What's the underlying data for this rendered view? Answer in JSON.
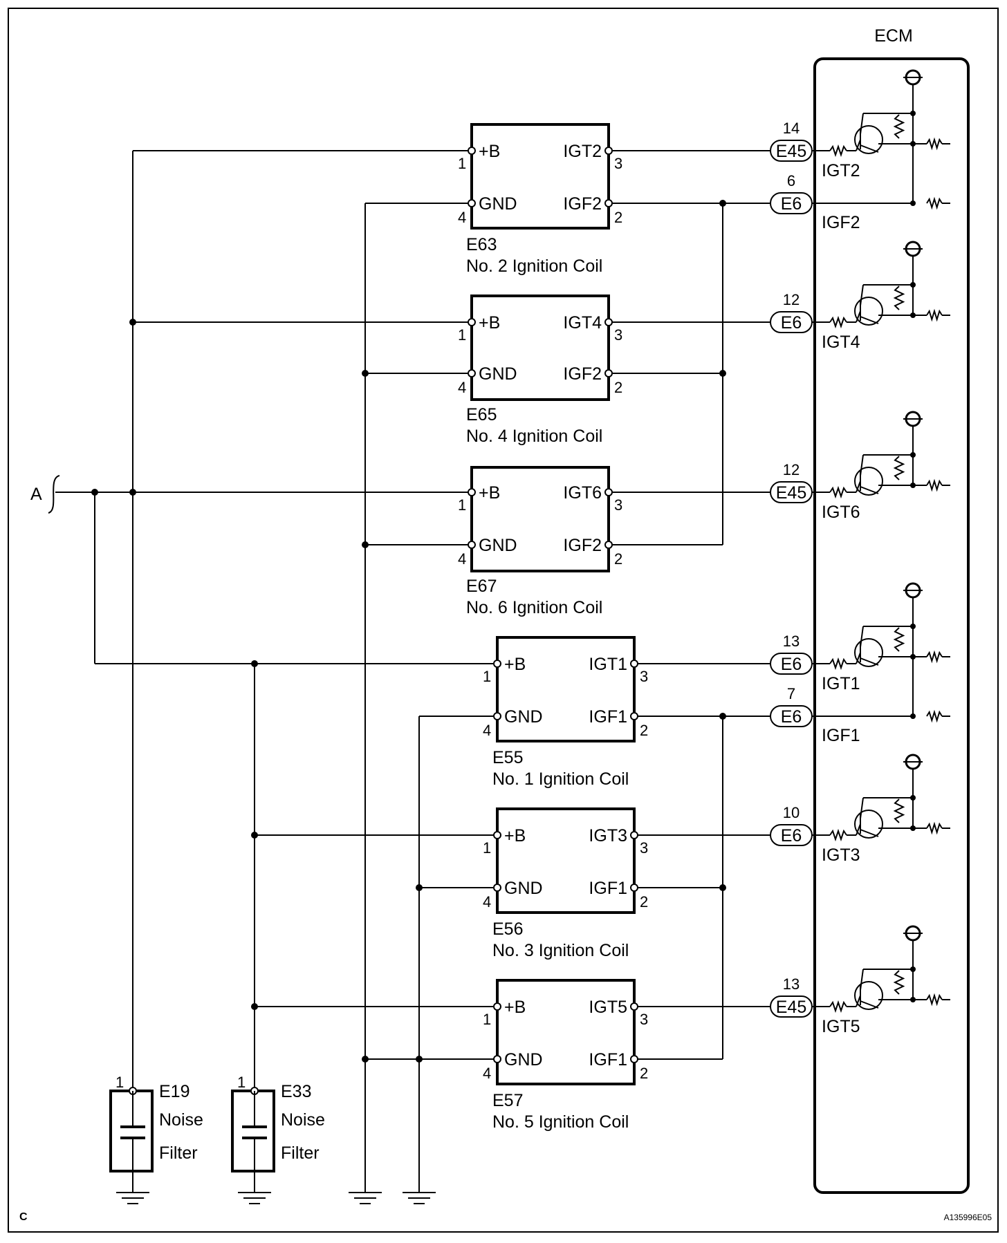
{
  "ecm_label": "ECM",
  "corner_code": "C",
  "figure_id": "A135996E05",
  "input_label": "A",
  "coils": [
    {
      "ref": "E63",
      "name": "No. 2 Ignition Coil",
      "igt_label": "IGT2",
      "igf_label": "IGF2",
      "pin_b": "1",
      "pin_gnd": "4",
      "pin_igt": "3",
      "pin_igf": "2"
    },
    {
      "ref": "E65",
      "name": "No. 4 Ignition Coil",
      "igt_label": "IGT4",
      "igf_label": "IGF2",
      "pin_b": "1",
      "pin_gnd": "4",
      "pin_igt": "3",
      "pin_igf": "2"
    },
    {
      "ref": "E67",
      "name": "No. 6 Ignition Coil",
      "igt_label": "IGT6",
      "igf_label": "IGF2",
      "pin_b": "1",
      "pin_gnd": "4",
      "pin_igt": "3",
      "pin_igf": "2"
    },
    {
      "ref": "E55",
      "name": "No. 1 Ignition Coil",
      "igt_label": "IGT1",
      "igf_label": "IGF1",
      "pin_b": "1",
      "pin_gnd": "4",
      "pin_igt": "3",
      "pin_igf": "2"
    },
    {
      "ref": "E56",
      "name": "No. 3 Ignition Coil",
      "igt_label": "IGT3",
      "igf_label": "IGF1",
      "pin_b": "1",
      "pin_gnd": "4",
      "pin_igt": "3",
      "pin_igf": "2"
    },
    {
      "ref": "E57",
      "name": "No. 5 Ignition Coil",
      "igt_label": "IGT5",
      "igf_label": "IGF1",
      "pin_b": "1",
      "pin_gnd": "4",
      "pin_igt": "3",
      "pin_igf": "2"
    }
  ],
  "coil_common": {
    "b_label": "+B",
    "gnd_label": "GND"
  },
  "ecm_connectors": [
    {
      "connector": "E45",
      "pin": "14",
      "signal": "IGT2"
    },
    {
      "connector": "E6",
      "pin": "6",
      "signal": "IGF2"
    },
    {
      "connector": "E6",
      "pin": "12",
      "signal": "IGT4"
    },
    {
      "connector": "E45",
      "pin": "12",
      "signal": "IGT6"
    },
    {
      "connector": "E6",
      "pin": "13",
      "signal": "IGT1"
    },
    {
      "connector": "E6",
      "pin": "7",
      "signal": "IGF1"
    },
    {
      "connector": "E6",
      "pin": "10",
      "signal": "IGT3"
    },
    {
      "connector": "E45",
      "pin": "13",
      "signal": "IGT5"
    }
  ],
  "noise_filters": [
    {
      "ref": "E19",
      "pin": "1",
      "line1": "Noise",
      "line2": "Filter"
    },
    {
      "ref": "E33",
      "pin": "1",
      "line1": "Noise",
      "line2": "Filter"
    }
  ]
}
